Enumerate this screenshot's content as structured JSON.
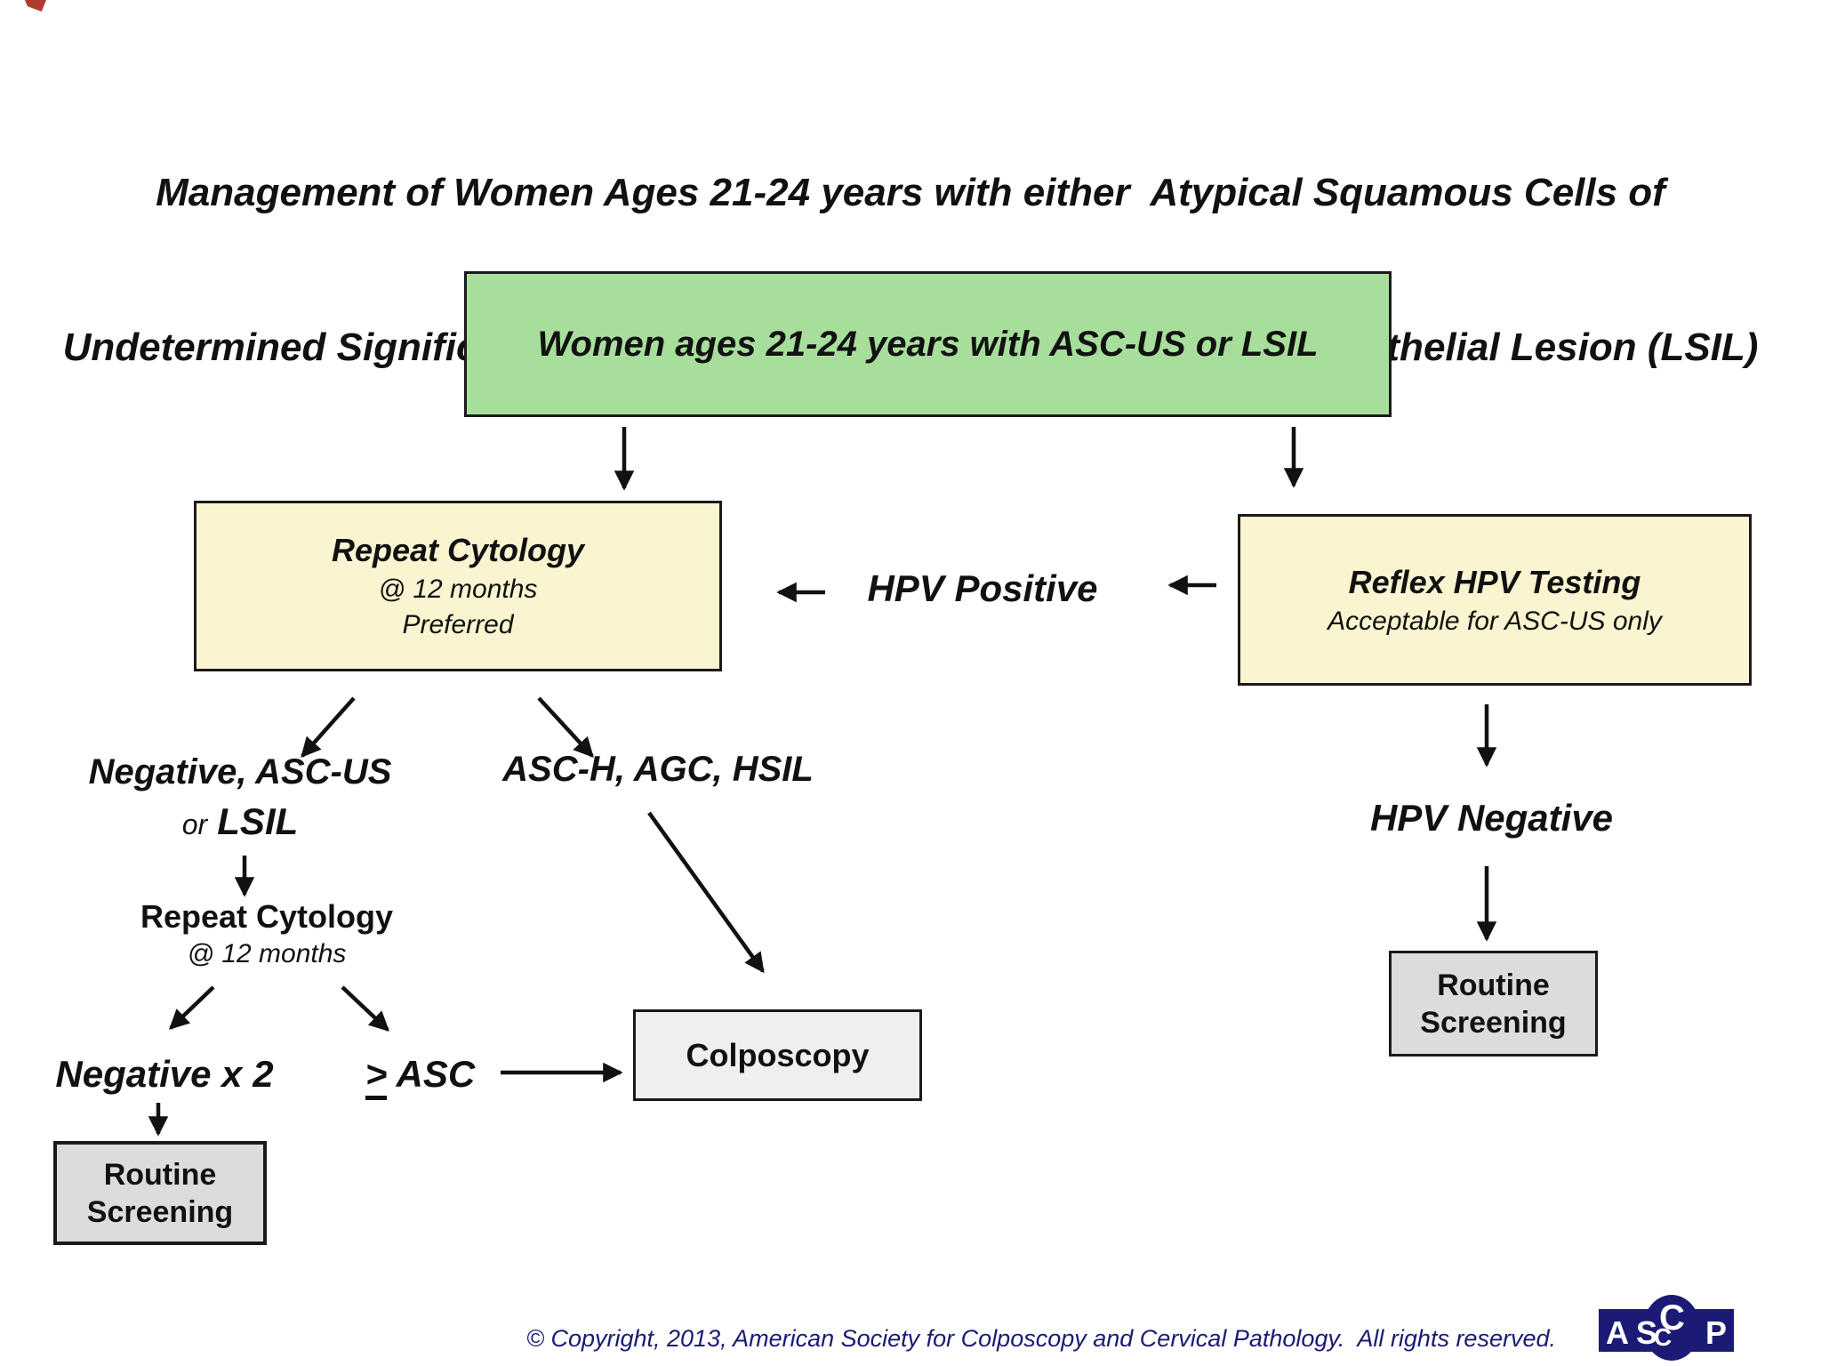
{
  "title": {
    "line1": "Management of Women Ages 21-24 years with either  Atypical Squamous Cells of",
    "line2": "Undetermined Significance (ASC-US) or  Low-grade Squamous Intraepithelial Lesion (LSIL)"
  },
  "nodes": {
    "start": {
      "label": "Women ages 21-24 years with ASC-US or LSIL"
    },
    "repeat_cytology_preferred": {
      "title": "Repeat Cytology",
      "line2": "@ 12 months",
      "line3": "Preferred"
    },
    "reflex_hpv_testing": {
      "title": "Reflex HPV Testing",
      "subtitle": "Acceptable for ASC-US only"
    },
    "hpv_positive": {
      "label": "HPV Positive"
    },
    "hpv_negative": {
      "label": "HPV Negative"
    },
    "negative_ascus_or_lsil": {
      "line1": "Negative, ASC-US",
      "line2_prefix": "or",
      "line2_emphasis": "LSIL"
    },
    "asch_agc_hsil": {
      "label": "ASC-H, AGC, HSIL"
    },
    "repeat_cytology_followup": {
      "title": "Repeat Cytology",
      "line2": "@ 12 months"
    },
    "negative_x2": {
      "label": "Negative x 2"
    },
    "gte_asc": {
      "symbol": ">",
      "label": "ASC"
    },
    "colposcopy": {
      "label": "Colposcopy"
    },
    "routine_screening_left": {
      "line1": "Routine",
      "line2": "Screening"
    },
    "routine_screening_right": {
      "line1": "Routine",
      "line2": "Screening"
    }
  },
  "footer": {
    "copyright": "© Copyright, 2013, American Society for Colposcopy and Cervical Pathology.  All rights reserved.",
    "logo_letters": [
      "A",
      "S",
      "C",
      "C",
      "P"
    ]
  },
  "colors": {
    "start_fill": "#a8de9c",
    "process_fill": "#faf4d0",
    "terminal_fill": "#dcdcdc",
    "colposcopy_fill": "#efeff0",
    "border": "#1a1a1a",
    "copyright_navy": "#1b1b75"
  }
}
